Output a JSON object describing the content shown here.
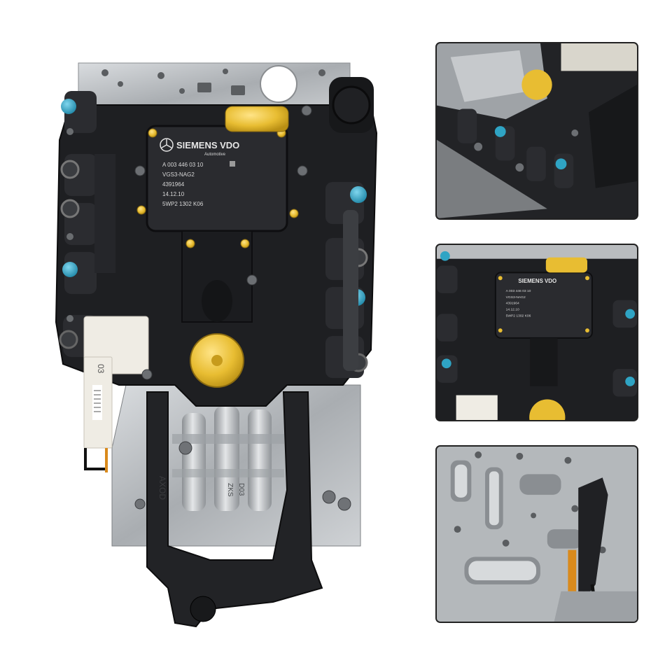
{
  "module_label": {
    "brand": "SIEMENS VDO",
    "brand_sub": "Automotive",
    "line1": "A  003  446  03  10",
    "line2": "VGS3-NAG2",
    "line3": "4391964",
    "line4": "14.12.10",
    "line5": "5WP2 1302    K06"
  },
  "connector_tag": "03",
  "valve_stamp_1": "ZKS",
  "valve_stamp_2": "D03",
  "side_stamp": "AXOD",
  "colors": {
    "housing": "#1e1f22",
    "metal": "#b9bcbf",
    "gold": "#e9c033",
    "sensor_blue": "#2fa4c4",
    "connector_white": "#efece4"
  },
  "icons": {
    "brand_logo": "mercedes-star-icon"
  }
}
